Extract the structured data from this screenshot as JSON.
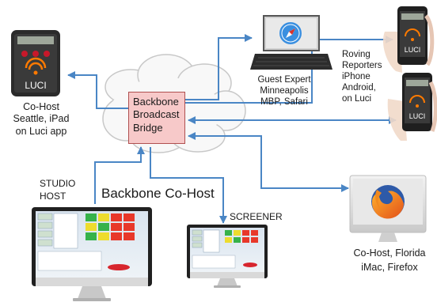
{
  "bridge": {
    "lines": [
      "Backbone",
      "Broadcast",
      "Bridge"
    ]
  },
  "luci_label": "LUCI",
  "nodes": {
    "cohost_seattle": [
      "Co-Host",
      "Seattle, iPad",
      "on Luci app"
    ],
    "guest_expert": [
      "Guest Expert",
      "Minneapolis",
      "MBP, Safari"
    ],
    "roving_reporters": [
      "Roving",
      "Reporters",
      "iPhone",
      "Android,",
      "on Luci"
    ],
    "studio_host": [
      "STUDIO",
      "HOST"
    ],
    "backbone_cohost": "Backbone Co-Host",
    "screener": "SCREENER",
    "cohost_florida": [
      "Co-Host, Florida",
      "iMac, Firefox"
    ]
  },
  "colors": {
    "arrow": "#4a86c5",
    "bridge_fill": "#f7c9c9",
    "bridge_border": "#b05050",
    "cloud_fill": "#f8f8f8",
    "cloud_stroke": "#c8c8c8"
  },
  "icons": [
    "cloud-icon",
    "ipad-icon",
    "laptop-safari-icon",
    "phone-icon",
    "imac-firefox-icon",
    "imac-studio-icon",
    "imac-screener-icon"
  ]
}
